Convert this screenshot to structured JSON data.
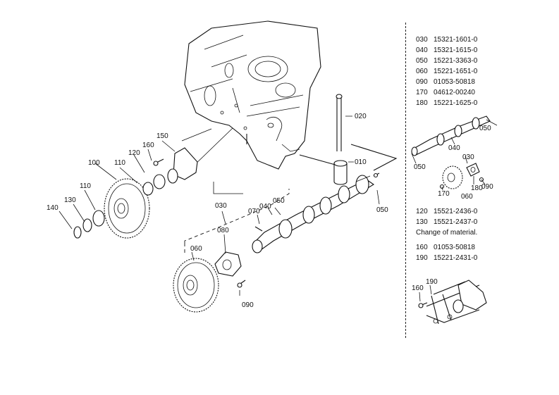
{
  "diagram": {
    "callouts": {
      "c010": "010",
      "c020": "020",
      "c030": "030",
      "c040": "040",
      "c050a": "050",
      "c050b": "050",
      "c060": "060",
      "c070": "070",
      "c080": "080",
      "c090": "090",
      "c100": "100",
      "c110a": "110",
      "c110b": "110",
      "c120": "120",
      "c130": "130",
      "c140": "140",
      "c150": "150",
      "c160": "160"
    },
    "inset1": {
      "c050a": "050",
      "c050b": "050",
      "c040": "040",
      "c030": "030",
      "c170": "170",
      "c060": "060",
      "c180": "180",
      "c090": "090"
    },
    "inset2": {
      "c160": "160",
      "c190": "190"
    }
  },
  "parts_list_1": [
    {
      "no": "030",
      "part": "15321-1601-0"
    },
    {
      "no": "040",
      "part": "15321-1615-0"
    },
    {
      "no": "050",
      "part": "15221-3363-0"
    },
    {
      "no": "060",
      "part": "15221-1651-0"
    },
    {
      "no": "090",
      "part": "01053-50818"
    },
    {
      "no": "170",
      "part": "04612-00240"
    },
    {
      "no": "180",
      "part": "15221-1625-0"
    }
  ],
  "parts_list_2": [
    {
      "no": "120",
      "part": "15521-2436-0"
    },
    {
      "no": "130",
      "part": "15521-2437-0"
    }
  ],
  "note": "Change of material.",
  "parts_list_3": [
    {
      "no": "160",
      "part": "01053-50818"
    },
    {
      "no": "190",
      "part": "15221-2431-0"
    }
  ]
}
